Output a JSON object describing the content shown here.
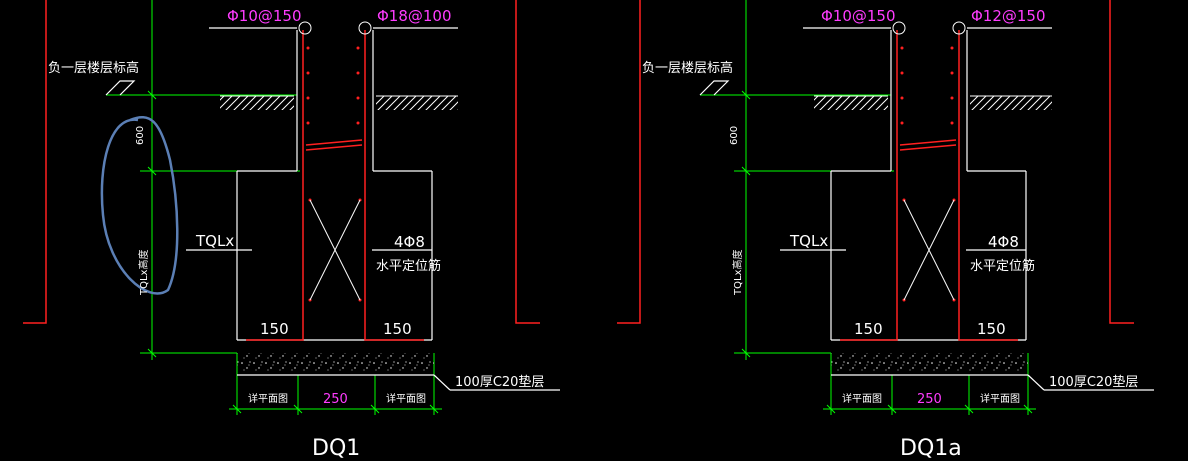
{
  "colors": {
    "background": "#000000",
    "wall": "#ffffff",
    "rebar": "#ff2020",
    "dimension": "#00ff00",
    "rebar_spec": "#ff3cff",
    "markup": "#5b7fb5"
  },
  "details": [
    {
      "title": "DQ1",
      "rebar_left": "Φ10@150",
      "rebar_right": "Φ18@100",
      "floor_label": "负一层楼层标高",
      "dim_600": "600",
      "tql_label": "TQLx",
      "tql_height": "TQLx高度",
      "positioning_bars": "4Φ8",
      "positioning_note": "水平定位筋",
      "dim_150_left": "150",
      "dim_150_right": "150",
      "cushion": "100厚C20垫层",
      "plan_left": "详平面图",
      "dim_250": "250",
      "plan_right": "详平面图"
    },
    {
      "title": "DQ1a",
      "rebar_left": "Φ10@150",
      "rebar_right": "Φ12@150",
      "floor_label": "负一层楼层标高",
      "dim_600": "600",
      "tql_label": "TQLx",
      "tql_height": "TQLx高度",
      "positioning_bars": "4Φ8",
      "positioning_note": "水平定位筋",
      "dim_150_left": "150",
      "dim_150_right": "150",
      "cushion": "100厚C20垫层",
      "plan_left": "详平面图",
      "dim_250": "250",
      "plan_right": "详平面图"
    }
  ]
}
